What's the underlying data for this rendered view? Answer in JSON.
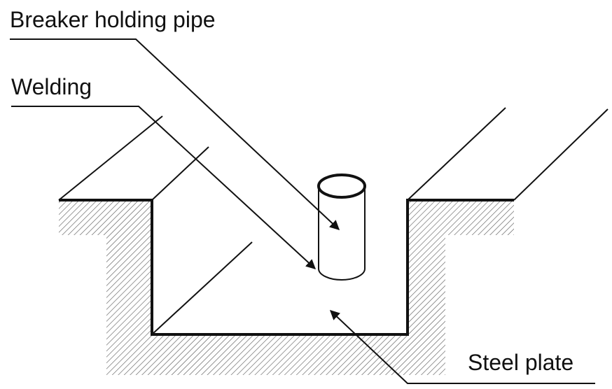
{
  "labels": {
    "breaker_holding_pipe": "Breaker holding pipe",
    "welding": "Welding",
    "steel_plate": "Steel plate"
  },
  "colors": {
    "line": "#111111",
    "hatch": "#555555",
    "background": "#ffffff"
  }
}
